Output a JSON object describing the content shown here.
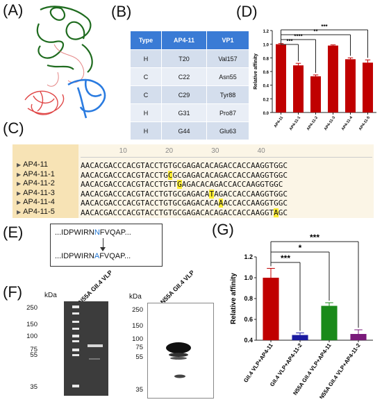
{
  "panel_labels": {
    "a": "(A)",
    "b": "(B)",
    "c": "(C)",
    "d": "(D)",
    "e": "(E)",
    "f": "(F)",
    "g": "(G)"
  },
  "tableB": {
    "headers": [
      "Type",
      "AP4-11",
      "VP1"
    ],
    "rows": [
      [
        "H",
        "T20",
        "Val157"
      ],
      [
        "C",
        "C22",
        "Asn55"
      ],
      [
        "C",
        "C29",
        "Tyr88"
      ],
      [
        "H",
        "G31",
        "Pro87"
      ],
      [
        "H",
        "G44",
        "Glu63"
      ]
    ]
  },
  "sequence": {
    "ruler": [
      "10",
      "20",
      "30",
      "40"
    ],
    "rows": [
      {
        "name": "AP4-11",
        "seq": "AACACGACCCACGTACCTGTGCGAGACACAGACCACCAAGGTGGC",
        "hl": -1
      },
      {
        "name": "AP4-11-1",
        "seq": "AACACGACCCACGTACCTGCGCGAGACACAGACCACCAAGGTGGC",
        "hl": 19
      },
      {
        "name": "AP4-11-2",
        "seq": "AACACGACCCACGTACCTGTTGAGACACAGACCACCAAGGTGGC",
        "hl": 21
      },
      {
        "name": "AP4-11-3",
        "seq": "AACACGACCCACGTACCTGTGCGAGACATAGACCACCAAGGTGGC",
        "hl": 28
      },
      {
        "name": "AP4-11-4",
        "seq": "AACACGACCCACGTACCTGTGCGAGACACAAACCACCAAGGTGGC",
        "hl": 30
      },
      {
        "name": "AP4-11-5",
        "seq": "AACACGACCCACGTACCTGTGCGAGACACAGACCACCAAGGTAGC",
        "hl": 42
      }
    ]
  },
  "panelE": {
    "top_pre": "...IDPWIRN",
    "top_mut": "N",
    "top_post": "FVQAP...",
    "bot_pre": "...IDPWIRN",
    "bot_mut": "A",
    "bot_post": "FVQAP..."
  },
  "panelF": {
    "kda": "kDa",
    "gel_title": "N55A GII.4 VLP",
    "blot_title": "N55A GII.4 VLP",
    "gel_markers": [
      "250",
      "150",
      "100",
      "75",
      "55",
      "35"
    ],
    "blot_markers": [
      "250",
      "150",
      "100",
      "75",
      "55",
      "35"
    ]
  },
  "chart_data": [
    {
      "type": "bar",
      "panel": "D",
      "categories": [
        "AP4-11",
        "AP4-11-1",
        "AP4-11-2",
        "AP4-11-3",
        "AP4-11-4",
        "AP4-11-5"
      ],
      "values": [
        1.0,
        0.69,
        0.53,
        0.98,
        0.78,
        0.73
      ],
      "errors": [
        0.01,
        0.03,
        0.02,
        0.01,
        0.02,
        0.04
      ],
      "color": "#c00000",
      "ylabel": "Relative affinity",
      "ylim": [
        0.0,
        1.2
      ],
      "yticks": [
        "0.0",
        "0.2",
        "0.4",
        "0.6",
        "0.8",
        "1.0",
        "1.2"
      ],
      "significance": [
        {
          "from": 0,
          "to": 1,
          "label": "***"
        },
        {
          "from": 0,
          "to": 2,
          "label": "****"
        },
        {
          "from": 0,
          "to": 4,
          "label": "**"
        },
        {
          "from": 0,
          "to": 5,
          "label": "***"
        }
      ]
    },
    {
      "type": "bar",
      "panel": "G",
      "categories": [
        "GII.4 VLP+AP4-11",
        "GII.4 VLP+AP4-11-2",
        "N55A GII.4 VLP+AP4-11",
        "N55A GII.4 VLP+AP4-11-2"
      ],
      "values": [
        1.0,
        0.45,
        0.73,
        0.46
      ],
      "errors": [
        0.09,
        0.02,
        0.03,
        0.04
      ],
      "colors": [
        "#c00000",
        "#1a1aa0",
        "#1a8a1a",
        "#7a1a7a"
      ],
      "ylabel": "Relative affinity",
      "ylim": [
        0.4,
        1.2
      ],
      "yticks": [
        "0.4",
        "0.6",
        "0.8",
        "1.0",
        "1.2"
      ],
      "significance": [
        {
          "from": 0,
          "to": 1,
          "label": "***"
        },
        {
          "from": 0,
          "to": 2,
          "label": "*"
        },
        {
          "from": 0,
          "to": 3,
          "label": "***"
        }
      ]
    }
  ]
}
